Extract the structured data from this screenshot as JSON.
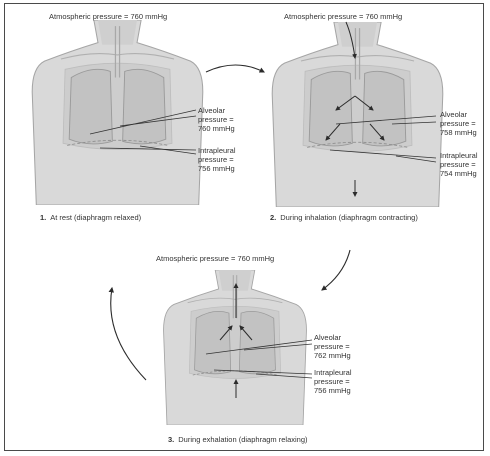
{
  "panels": [
    {
      "atmospheric": "Atmospheric pressure = 760 mmHg",
      "alveolar": "Alveolar\npressure =\n760 mmHg",
      "intrapleural": "Intrapleural\npressure =\n756 mmHg",
      "number": "1.",
      "caption": "At rest (diaphragm relaxed)"
    },
    {
      "atmospheric": "Atmospheric pressure = 760 mmHg",
      "alveolar": "Alveolar\npressure =\n758 mmHg",
      "intrapleural": "Intrapleural\npressure =\n754 mmHg",
      "number": "2.",
      "caption": "During inhalation (diaphragm contracting)"
    },
    {
      "atmospheric": "Atmospheric pressure = 760 mmHg",
      "alveolar": "Alveolar\npressure =\n762 mmHg",
      "intrapleural": "Intrapleural\npressure =\n756 mmHg",
      "number": "3.",
      "caption": "During exhalation (diaphragm relaxing)"
    }
  ],
  "colors": {
    "torso": "#d9d9d9",
    "outline": "#9a9a9a",
    "arrow": "#2b2b2b",
    "lung": "#b8b8b8"
  }
}
